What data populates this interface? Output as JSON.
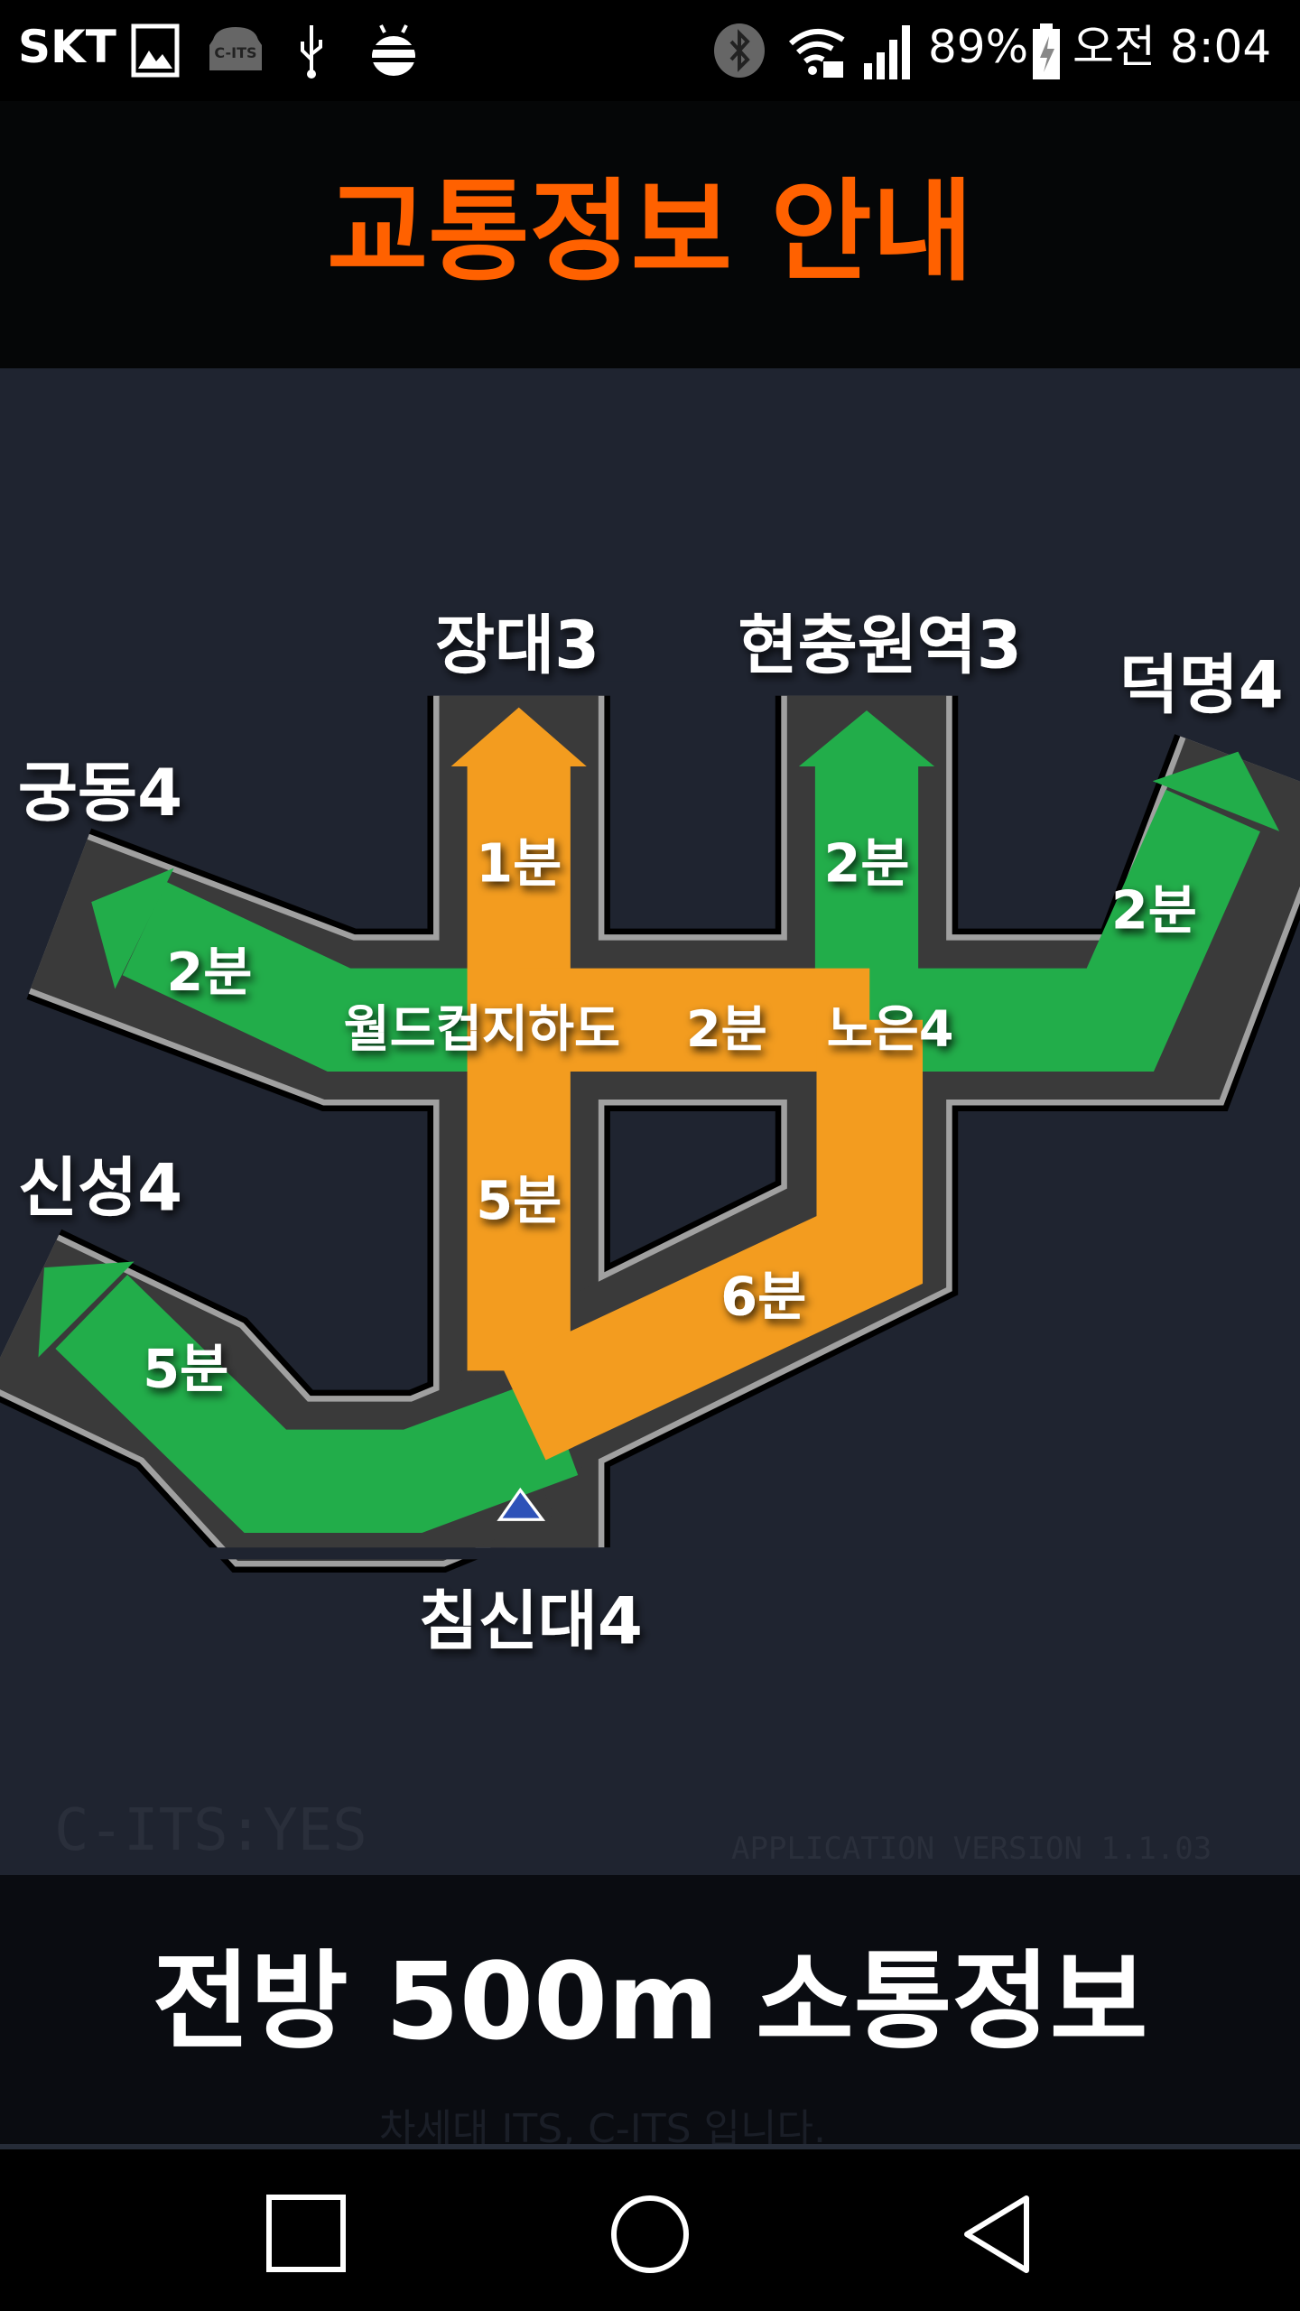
{
  "status_bar": {
    "carrier": "SKT",
    "left_icons": [
      "image-icon",
      "c-its-car-icon",
      "usb-icon",
      "android-debug-icon"
    ],
    "c_its_badge": "C-ITS",
    "right_icons": [
      "bluetooth-icon",
      "wifi-lock-icon",
      "signal-icon",
      "battery-charging-icon"
    ],
    "battery": "89%",
    "time": "오전 8:04"
  },
  "header": {
    "title": "교통정보 안내"
  },
  "background_watermark": {
    "app_version": "APPLICATION VERSION 1.1.03",
    "cits_status": "C-ITS:YES",
    "tagline": "차세대 ITS, C-ITS 입니다."
  },
  "map": {
    "colors": {
      "smooth": "#22ad4a",
      "slow": "#f39c1f",
      "road": "#3a3a3a"
    },
    "destinations": {
      "north_left": "장대3",
      "north_right": "현충원역3",
      "northeast": "덕명4",
      "west": "궁동4",
      "southwest": "신성4",
      "origin": "침신대4"
    },
    "segments": {
      "north_left_time": "1분",
      "north_right_time": "2분",
      "northeast_time": "2분",
      "west_time": "2분",
      "underpass_name": "월드컵지하도",
      "underpass_time": "2분",
      "noeun": "노은4",
      "center_time": "5분",
      "diagonal_time": "6분",
      "southwest_time": "5분"
    }
  },
  "banner": {
    "text": "전방 500m 소통정보"
  },
  "nav": {
    "recents": "recents",
    "home": "home",
    "back": "back"
  }
}
